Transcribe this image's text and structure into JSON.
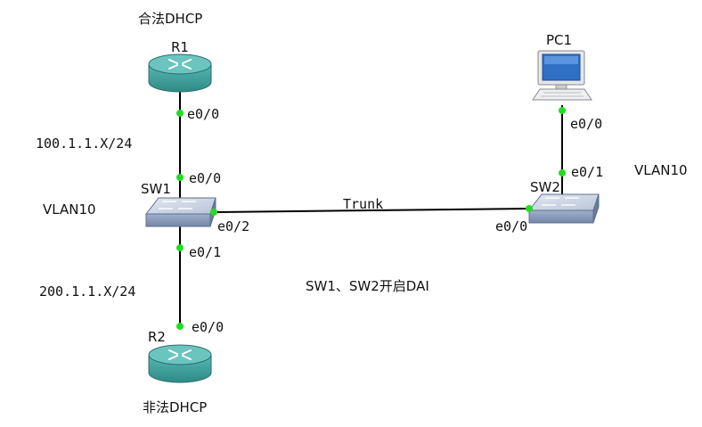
{
  "devices": {
    "r1": {
      "name": "R1",
      "caption": "合法DHCP"
    },
    "r2": {
      "name": "R2",
      "caption": "非法DHCP"
    },
    "sw1": {
      "name": "SW1",
      "vlan": "VLAN10"
    },
    "sw2": {
      "name": "SW2"
    },
    "pc1": {
      "name": "PC1",
      "vlan": "VLAN10"
    }
  },
  "interfaces": {
    "r1_e00": "e0/0",
    "sw1_e00": "e0/0",
    "sw1_e01": "e0/1",
    "sw1_e02": "e0/2",
    "r2_e00": "e0/0",
    "sw2_e00": "e0/0",
    "sw2_e01": "e0/1",
    "pc1_e00": "e0/0"
  },
  "links": {
    "trunk_label": "Trunk"
  },
  "subnets": {
    "upper": "100.1.1.X/24",
    "lower": "200.1.1.X/24"
  },
  "notes": {
    "dai": "SW1、SW2开启DAI"
  },
  "colors": {
    "router_body": "#3a9a96",
    "switch_body": "#8ea2c2",
    "link_dot": "#22dd22",
    "link_line": "#000000"
  }
}
